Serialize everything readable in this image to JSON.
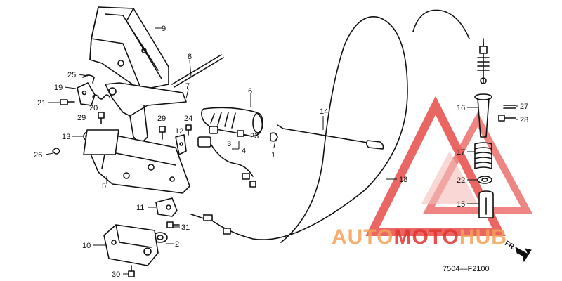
{
  "diagram": {
    "code": "7504—F2100",
    "direction_label": "FR."
  },
  "watermark": {
    "text_part_1": "AUTO",
    "text_part_2": "MOTO",
    "text_part_3": "HUB",
    "color_orange": "#f4a259",
    "color_red": "#e2332f"
  },
  "callouts": {
    "c1": "1",
    "c2": "2",
    "c3": "3",
    "c4": "4",
    "c5": "5",
    "c6": "6",
    "c7": "7",
    "c8": "8",
    "c9": "9",
    "c10": "10",
    "c11": "11",
    "c12": "12",
    "c13": "13",
    "c14": "14",
    "c15": "15",
    "c16": "16",
    "c17": "17",
    "c18": "18",
    "c19": "19",
    "c20": "20",
    "c21": "21",
    "c22": "22",
    "c23": "23",
    "c24": "24",
    "c25": "25",
    "c26": "26",
    "c27": "27",
    "c28": "28",
    "c29a": "29",
    "c29b": "29",
    "c30": "30",
    "c31": "31"
  }
}
